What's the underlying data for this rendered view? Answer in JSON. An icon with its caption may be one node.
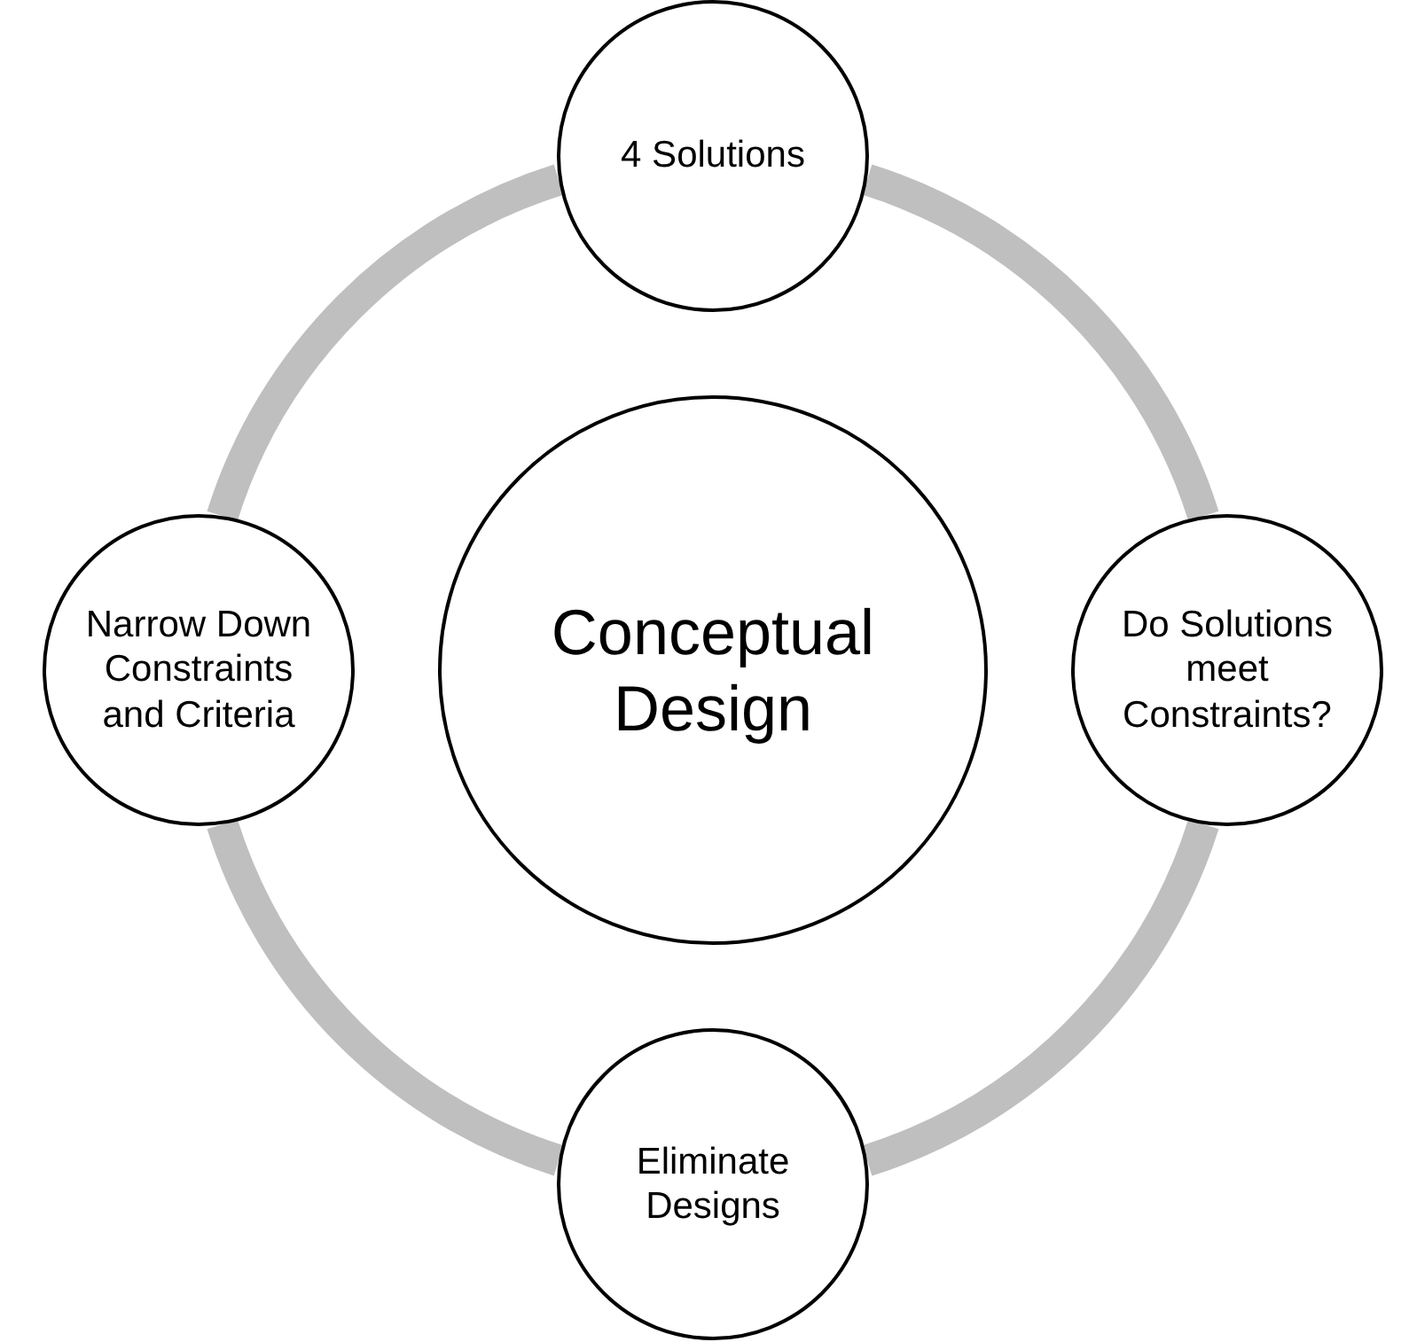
{
  "diagram": {
    "nodes": [
      {
        "text": [
          "4 Solutions"
        ]
      },
      {
        "text": [
          "Narrow Down Constraints and Criteria"
        ]
      },
      {
        "text": [
          "Conceptual Design"
        ]
      },
      {
        "text": [
          "Do Solutions meet Constraints?"
        ]
      },
      {
        "text": [
          "Eliminate Designs"
        ]
      }
    ],
    "edges": [
      {
        "from": 0,
        "to": 3,
        "arrow": "none"
      },
      {
        "from": 3,
        "to": 4,
        "arrow": "none"
      },
      {
        "from": 4,
        "to": 1,
        "arrow": "none"
      },
      {
        "from": 1,
        "to": 0,
        "arrow": "none"
      }
    ]
  }
}
